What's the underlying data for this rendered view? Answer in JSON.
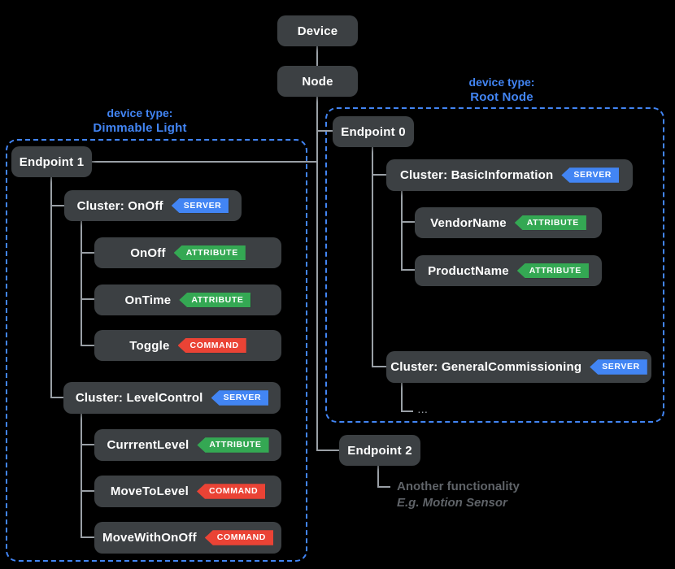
{
  "palette": {
    "bg": "#000000",
    "box": "#3c4043",
    "line": "#9aa0a6",
    "blue": "#4285f4",
    "green": "#34a853",
    "red": "#ea4335",
    "text": "#ffffff",
    "muted": "#5f6368"
  },
  "tree": {
    "device": {
      "label": "Device"
    },
    "node": {
      "label": "Node"
    }
  },
  "root_node_group": {
    "caption_line1": "device type:",
    "caption_line2": "Root Node",
    "endpoint": {
      "label": "Endpoint 0"
    },
    "cluster_basic_information": {
      "label": "Cluster: BasicInformation",
      "badge": "SERVER"
    },
    "vendor_name": {
      "label": "VendorName",
      "badge": "ATTRIBUTE"
    },
    "product_name": {
      "label": "ProductName",
      "badge": "ATTRIBUTE"
    },
    "cluster_general_commissioning": {
      "label": "Cluster: GeneralCommissioning",
      "badge": "SERVER"
    },
    "ellipsis": "..."
  },
  "dimmable_light_group": {
    "caption_line1": "device type:",
    "caption_line2": "Dimmable Light",
    "endpoint": {
      "label": "Endpoint 1"
    },
    "cluster_onoff": {
      "label": "Cluster: OnOff",
      "badge": "SERVER"
    },
    "onoff": {
      "label": "OnOff",
      "badge": "ATTRIBUTE"
    },
    "ontime": {
      "label": "OnTime",
      "badge": "ATTRIBUTE"
    },
    "toggle": {
      "label": "Toggle",
      "badge": "COMMAND"
    },
    "cluster_level_control": {
      "label": "Cluster: LevelControl",
      "badge": "SERVER"
    },
    "current_level": {
      "label": "CurrrentLevel",
      "badge": "ATTRIBUTE"
    },
    "move_to_level": {
      "label": "MoveToLevel",
      "badge": "COMMAND"
    },
    "move_with_onoff": {
      "label": "MoveWithOnOff",
      "badge": "COMMAND"
    }
  },
  "endpoint2": {
    "label": "Endpoint 2",
    "note_line1": "Another functionality",
    "note_line2": "E.g. Motion Sensor"
  }
}
